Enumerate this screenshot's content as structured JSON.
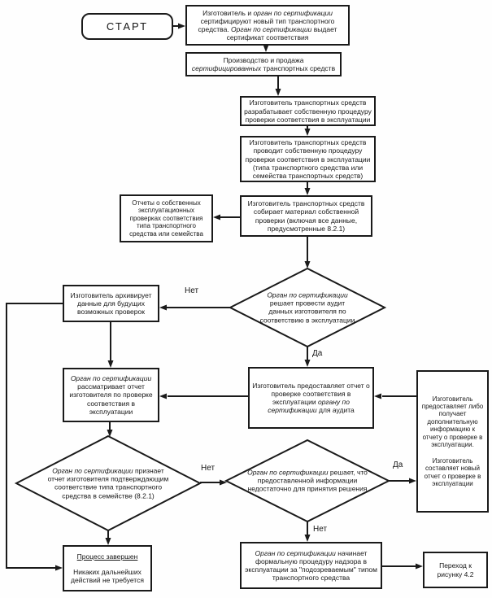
{
  "colors": {
    "ink": "#1a1a1a",
    "background": "#ffffff"
  },
  "labels": {
    "yes": "Да",
    "no": "Нет"
  },
  "nodes": {
    "start": {
      "text": "СТАРТ"
    },
    "certify": {
      "parts": [
        "Изготовитель и ",
        "орган по сертификации",
        " сертифицируют новый тип транспортного средства. ",
        "Орган по сертификации",
        " выдает сертификат соответствия"
      ]
    },
    "production": {
      "parts": [
        "Производство и продажа ",
        "сертифицированных",
        " транспортных средств"
      ]
    },
    "develop": {
      "text": "Изготовитель транспортных средств разрабатывает собственную процедуру проверки соответствия в эксплуатации"
    },
    "conduct": {
      "text": "Изготовитель транспортных средств проводит собственную процедуру проверки соответствия в эксплуатации (типа транспортного средства или семейства транспортных средств)"
    },
    "reports": {
      "text": "Отчеты о собственных эксплуатационных проверках соответствия типа транспортного средства или семейства"
    },
    "collect": {
      "text": "Изготовитель транспортных средств собирает материал собственной проверки (включая все данные, предусмотренные 8.2.1)"
    },
    "audit_decision": {
      "parts": [
        "Орган по сертификации",
        " решает провести аудит данных изготовителя по соответствию в эксплуатации"
      ]
    },
    "archive": {
      "text": "Изготовитель архивирует данные для будущих возможных проверок"
    },
    "review": {
      "parts": [
        "Орган по сертификации",
        " рассматривает отчет изготовителя по проверке соответствия в эксплуатации"
      ]
    },
    "submit": {
      "parts": [
        "Изготовитель предоставляет отчет о проверке соответствия в эксплуатации ",
        "органу по сертификации",
        " для аудита"
      ]
    },
    "additional": {
      "para1": "Изготовитель предоставляет либо получает дополнительную информацию к отчету о проверке в эксплуатации.",
      "para2": "Изготовитель составляет новый отчет о проверке в эксплуатации"
    },
    "confirm_decision": {
      "parts": [
        "Орган по сертификации",
        " признает отчет изготовителя подтверждающим соответствие типа транспортного средства в семействе (8.2.1)"
      ]
    },
    "insufficient_decision": {
      "parts": [
        "Орган по сертификации",
        " решает, что предоставленной информации недостаточно для принятия решения"
      ]
    },
    "complete": {
      "title": "Процесс завершен",
      "body": "Никаких дальнейших действий не требуется"
    },
    "surveillance": {
      "parts": [
        "Орган по сертификации",
        " начинает формальную процедуру надзора в эксплуатации за \"подозреваемым\" типом транспортного средства"
      ]
    },
    "goto_next": {
      "text": "Переход к рисунку 4.2"
    }
  }
}
